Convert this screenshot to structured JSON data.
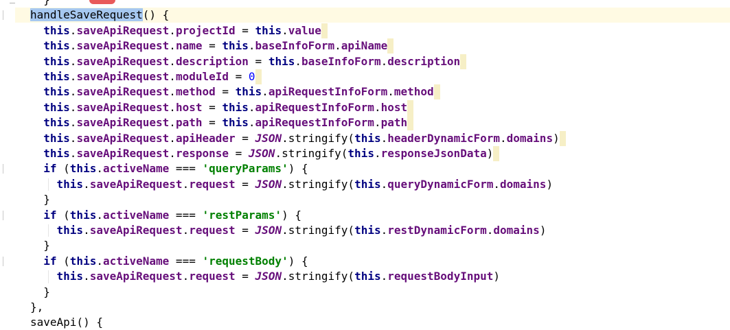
{
  "editor": {
    "lines": [
      {
        "tokens": [
          {
            "t": "  }",
            "c": "p"
          }
        ]
      },
      {
        "tokens": [
          {
            "t": "handleSaveRequest",
            "c": "sel"
          },
          {
            "t": "() {",
            "c": "p"
          }
        ]
      },
      {
        "tokens": [
          {
            "t": "  ",
            "c": "p"
          },
          {
            "t": "this",
            "c": "this"
          },
          {
            "t": ".",
            "c": "p"
          },
          {
            "t": "saveApiRequest",
            "c": "field"
          },
          {
            "t": ".",
            "c": "p"
          },
          {
            "t": "projectId",
            "c": "field"
          },
          {
            "t": " = ",
            "c": "p"
          },
          {
            "t": "this",
            "c": "this"
          },
          {
            "t": ".",
            "c": "p"
          },
          {
            "t": "value",
            "c": "field"
          }
        ]
      },
      {
        "tokens": [
          {
            "t": "  ",
            "c": "p"
          },
          {
            "t": "this",
            "c": "this"
          },
          {
            "t": ".",
            "c": "p"
          },
          {
            "t": "saveApiRequest",
            "c": "field"
          },
          {
            "t": ".",
            "c": "p"
          },
          {
            "t": "name",
            "c": "field"
          },
          {
            "t": " = ",
            "c": "p"
          },
          {
            "t": "this",
            "c": "this"
          },
          {
            "t": ".",
            "c": "p"
          },
          {
            "t": "baseInfoForm",
            "c": "field"
          },
          {
            "t": ".",
            "c": "p"
          },
          {
            "t": "apiName",
            "c": "field"
          }
        ]
      },
      {
        "tokens": [
          {
            "t": "  ",
            "c": "p"
          },
          {
            "t": "this",
            "c": "this"
          },
          {
            "t": ".",
            "c": "p"
          },
          {
            "t": "saveApiRequest",
            "c": "field"
          },
          {
            "t": ".",
            "c": "p"
          },
          {
            "t": "description",
            "c": "field"
          },
          {
            "t": " = ",
            "c": "p"
          },
          {
            "t": "this",
            "c": "this"
          },
          {
            "t": ".",
            "c": "p"
          },
          {
            "t": "baseInfoForm",
            "c": "field"
          },
          {
            "t": ".",
            "c": "p"
          },
          {
            "t": "description",
            "c": "field"
          }
        ]
      },
      {
        "tokens": [
          {
            "t": "  ",
            "c": "p"
          },
          {
            "t": "this",
            "c": "this"
          },
          {
            "t": ".",
            "c": "p"
          },
          {
            "t": "saveApiRequest",
            "c": "field"
          },
          {
            "t": ".",
            "c": "p"
          },
          {
            "t": "moduleId",
            "c": "field"
          },
          {
            "t": " = ",
            "c": "p"
          },
          {
            "t": "0",
            "c": "num"
          }
        ]
      },
      {
        "tokens": [
          {
            "t": "  ",
            "c": "p"
          },
          {
            "t": "this",
            "c": "this"
          },
          {
            "t": ".",
            "c": "p"
          },
          {
            "t": "saveApiRequest",
            "c": "field"
          },
          {
            "t": ".",
            "c": "p"
          },
          {
            "t": "method",
            "c": "field"
          },
          {
            "t": " = ",
            "c": "p"
          },
          {
            "t": "this",
            "c": "this"
          },
          {
            "t": ".",
            "c": "p"
          },
          {
            "t": "apiRequestInfoForm",
            "c": "field"
          },
          {
            "t": ".",
            "c": "p"
          },
          {
            "t": "method",
            "c": "field"
          }
        ]
      },
      {
        "tokens": [
          {
            "t": "  ",
            "c": "p"
          },
          {
            "t": "this",
            "c": "this"
          },
          {
            "t": ".",
            "c": "p"
          },
          {
            "t": "saveApiRequest",
            "c": "field"
          },
          {
            "t": ".",
            "c": "p"
          },
          {
            "t": "host",
            "c": "field"
          },
          {
            "t": " = ",
            "c": "p"
          },
          {
            "t": "this",
            "c": "this"
          },
          {
            "t": ".",
            "c": "p"
          },
          {
            "t": "apiRequestInfoForm",
            "c": "field"
          },
          {
            "t": ".",
            "c": "p"
          },
          {
            "t": "host",
            "c": "field"
          }
        ]
      },
      {
        "tokens": [
          {
            "t": "  ",
            "c": "p"
          },
          {
            "t": "this",
            "c": "this"
          },
          {
            "t": ".",
            "c": "p"
          },
          {
            "t": "saveApiRequest",
            "c": "field"
          },
          {
            "t": ".",
            "c": "p"
          },
          {
            "t": "path",
            "c": "field"
          },
          {
            "t": " = ",
            "c": "p"
          },
          {
            "t": "this",
            "c": "this"
          },
          {
            "t": ".",
            "c": "p"
          },
          {
            "t": "apiRequestInfoForm",
            "c": "field"
          },
          {
            "t": ".",
            "c": "p"
          },
          {
            "t": "path",
            "c": "field"
          }
        ]
      },
      {
        "tokens": [
          {
            "t": "  ",
            "c": "p"
          },
          {
            "t": "this",
            "c": "this"
          },
          {
            "t": ".",
            "c": "p"
          },
          {
            "t": "saveApiRequest",
            "c": "field"
          },
          {
            "t": ".",
            "c": "p"
          },
          {
            "t": "apiHeader",
            "c": "field"
          },
          {
            "t": " = ",
            "c": "p"
          },
          {
            "t": "JSON",
            "c": "json"
          },
          {
            "t": ".",
            "c": "p"
          },
          {
            "t": "stringify",
            "c": "fn"
          },
          {
            "t": "(",
            "c": "p"
          },
          {
            "t": "this",
            "c": "this"
          },
          {
            "t": ".",
            "c": "p"
          },
          {
            "t": "headerDynamicForm",
            "c": "field"
          },
          {
            "t": ".",
            "c": "p"
          },
          {
            "t": "domains",
            "c": "field"
          },
          {
            "t": ")",
            "c": "p"
          }
        ]
      },
      {
        "tokens": [
          {
            "t": "  ",
            "c": "p"
          },
          {
            "t": "this",
            "c": "this"
          },
          {
            "t": ".",
            "c": "p"
          },
          {
            "t": "saveApiRequest",
            "c": "field"
          },
          {
            "t": ".",
            "c": "p"
          },
          {
            "t": "response",
            "c": "field"
          },
          {
            "t": " = ",
            "c": "p"
          },
          {
            "t": "JSON",
            "c": "json"
          },
          {
            "t": ".",
            "c": "p"
          },
          {
            "t": "stringify",
            "c": "fn"
          },
          {
            "t": "(",
            "c": "p"
          },
          {
            "t": "this",
            "c": "this"
          },
          {
            "t": ".",
            "c": "p"
          },
          {
            "t": "responseJsonData",
            "c": "field"
          },
          {
            "t": ")",
            "c": "p"
          }
        ]
      },
      {
        "tokens": [
          {
            "t": "  ",
            "c": "p"
          },
          {
            "t": "if",
            "c": "kw"
          },
          {
            "t": " (",
            "c": "p"
          },
          {
            "t": "this",
            "c": "this"
          },
          {
            "t": ".",
            "c": "p"
          },
          {
            "t": "activeName",
            "c": "field"
          },
          {
            "t": " === ",
            "c": "p"
          },
          {
            "t": "'queryParams'",
            "c": "str"
          },
          {
            "t": ") {",
            "c": "p"
          }
        ]
      },
      {
        "tokens": [
          {
            "t": "    ",
            "c": "p"
          },
          {
            "t": "this",
            "c": "this"
          },
          {
            "t": ".",
            "c": "p"
          },
          {
            "t": "saveApiRequest",
            "c": "field"
          },
          {
            "t": ".",
            "c": "p"
          },
          {
            "t": "request",
            "c": "field"
          },
          {
            "t": " = ",
            "c": "p"
          },
          {
            "t": "JSON",
            "c": "json"
          },
          {
            "t": ".",
            "c": "p"
          },
          {
            "t": "stringify",
            "c": "fn"
          },
          {
            "t": "(",
            "c": "p"
          },
          {
            "t": "this",
            "c": "this"
          },
          {
            "t": ".",
            "c": "p"
          },
          {
            "t": "queryDynamicForm",
            "c": "field"
          },
          {
            "t": ".",
            "c": "p"
          },
          {
            "t": "domains",
            "c": "field"
          },
          {
            "t": ")",
            "c": "p"
          }
        ]
      },
      {
        "tokens": [
          {
            "t": "  }",
            "c": "p"
          }
        ]
      },
      {
        "tokens": [
          {
            "t": "  ",
            "c": "p"
          },
          {
            "t": "if",
            "c": "kw"
          },
          {
            "t": " (",
            "c": "p"
          },
          {
            "t": "this",
            "c": "this"
          },
          {
            "t": ".",
            "c": "p"
          },
          {
            "t": "activeName",
            "c": "field"
          },
          {
            "t": " === ",
            "c": "p"
          },
          {
            "t": "'restParams'",
            "c": "str"
          },
          {
            "t": ") {",
            "c": "p"
          }
        ]
      },
      {
        "tokens": [
          {
            "t": "    ",
            "c": "p"
          },
          {
            "t": "this",
            "c": "this"
          },
          {
            "t": ".",
            "c": "p"
          },
          {
            "t": "saveApiRequest",
            "c": "field"
          },
          {
            "t": ".",
            "c": "p"
          },
          {
            "t": "request",
            "c": "field"
          },
          {
            "t": " = ",
            "c": "p"
          },
          {
            "t": "JSON",
            "c": "json"
          },
          {
            "t": ".",
            "c": "p"
          },
          {
            "t": "stringify",
            "c": "fn"
          },
          {
            "t": "(",
            "c": "p"
          },
          {
            "t": "this",
            "c": "this"
          },
          {
            "t": ".",
            "c": "p"
          },
          {
            "t": "restDynamicForm",
            "c": "field"
          },
          {
            "t": ".",
            "c": "p"
          },
          {
            "t": "domains",
            "c": "field"
          },
          {
            "t": ")",
            "c": "p"
          }
        ]
      },
      {
        "tokens": [
          {
            "t": "  }",
            "c": "p"
          }
        ]
      },
      {
        "tokens": [
          {
            "t": "  ",
            "c": "p"
          },
          {
            "t": "if",
            "c": "kw"
          },
          {
            "t": " (",
            "c": "p"
          },
          {
            "t": "this",
            "c": "this"
          },
          {
            "t": ".",
            "c": "p"
          },
          {
            "t": "activeName",
            "c": "field"
          },
          {
            "t": " === ",
            "c": "p"
          },
          {
            "t": "'requestBody'",
            "c": "str"
          },
          {
            "t": ") {",
            "c": "p"
          }
        ]
      },
      {
        "tokens": [
          {
            "t": "    ",
            "c": "p"
          },
          {
            "t": "this",
            "c": "this"
          },
          {
            "t": ".",
            "c": "p"
          },
          {
            "t": "saveApiRequest",
            "c": "field"
          },
          {
            "t": ".",
            "c": "p"
          },
          {
            "t": "request",
            "c": "field"
          },
          {
            "t": " = ",
            "c": "p"
          },
          {
            "t": "JSON",
            "c": "json"
          },
          {
            "t": ".",
            "c": "p"
          },
          {
            "t": "stringify",
            "c": "fn"
          },
          {
            "t": "(",
            "c": "p"
          },
          {
            "t": "this",
            "c": "this"
          },
          {
            "t": ".",
            "c": "p"
          },
          {
            "t": "requestBodyInput",
            "c": "field"
          },
          {
            "t": ")",
            "c": "p"
          }
        ]
      },
      {
        "tokens": [
          {
            "t": "  }",
            "c": "p"
          }
        ]
      },
      {
        "tokens": [
          {
            "t": "},",
            "c": "p"
          }
        ]
      },
      {
        "tokens": [
          {
            "t": "saveApi() {",
            "c": "p"
          }
        ]
      }
    ],
    "colors": {
      "selection": "#a6c8f0",
      "trailing_highlight": "#f6efc6",
      "keyword": "#000080",
      "field": "#660e7a",
      "string": "#008000",
      "number": "#0000ff"
    }
  }
}
